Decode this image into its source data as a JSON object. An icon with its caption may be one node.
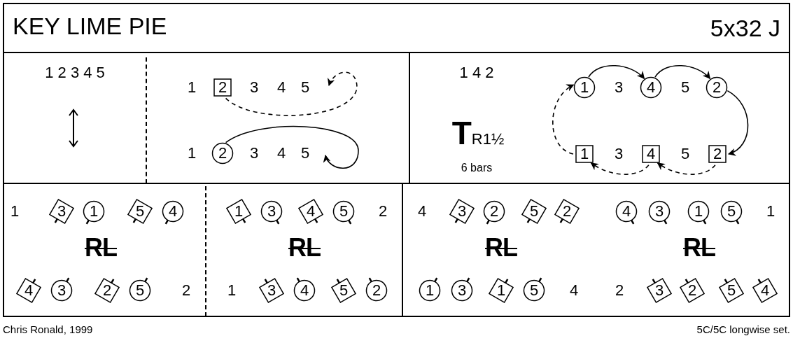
{
  "diagram": {
    "title": "KEY LIME PIE",
    "nodes": [
      {
        "text": [
          "2"
        ]
      },
      {
        "text": [
          "2"
        ]
      },
      {
        "text": [
          "1"
        ]
      },
      {
        "text": [
          "4"
        ]
      },
      {
        "text": [
          "2"
        ]
      },
      {
        "text": [
          "1"
        ]
      },
      {
        "text": [
          "4"
        ]
      },
      {
        "text": [
          "2"
        ]
      },
      {
        "text": [
          "3"
        ]
      },
      {
        "text": [
          "1"
        ]
      },
      {
        "text": [
          "5"
        ]
      },
      {
        "text": [
          "4"
        ]
      },
      {
        "text": [
          "1"
        ]
      },
      {
        "text": [
          "3"
        ]
      },
      {
        "text": [
          "4"
        ]
      },
      {
        "text": [
          "5"
        ]
      },
      {
        "text": [
          "4"
        ]
      },
      {
        "text": [
          "3"
        ]
      },
      {
        "text": [
          "2"
        ]
      },
      {
        "text": [
          "5"
        ]
      },
      {
        "text": [
          "3"
        ]
      },
      {
        "text": [
          "4"
        ]
      },
      {
        "text": [
          "5"
        ]
      },
      {
        "text": [
          "2"
        ]
      },
      {
        "text": [
          "3"
        ]
      },
      {
        "text": [
          "2"
        ]
      },
      {
        "text": [
          "5"
        ]
      },
      {
        "text": [
          "2"
        ]
      },
      {
        "text": [
          "4"
        ]
      },
      {
        "text": [
          "3"
        ]
      },
      {
        "text": [
          "1"
        ]
      },
      {
        "text": [
          "5"
        ]
      },
      {
        "text": [
          "1"
        ]
      },
      {
        "text": [
          "3"
        ]
      },
      {
        "text": [
          "1"
        ]
      },
      {
        "text": [
          "5"
        ]
      },
      {
        "text": [
          "3"
        ]
      },
      {
        "text": [
          "2"
        ]
      },
      {
        "text": [
          "5"
        ]
      },
      {
        "text": [
          "4"
        ]
      }
    ],
    "edges": [
      {
        "from": 0,
        "to": null,
        "arrow": "to",
        "style": "dashed"
      },
      {
        "from": 1,
        "to": null,
        "arrow": "to"
      },
      {
        "from": 2,
        "to": 3,
        "arrow": "to"
      },
      {
        "from": 3,
        "to": 4,
        "arrow": "to"
      },
      {
        "from": 4,
        "to": 7,
        "arrow": "to"
      },
      {
        "from": 7,
        "to": 6,
        "arrow": "to",
        "style": "dashed"
      },
      {
        "from": 6,
        "to": 5,
        "arrow": "to",
        "style": "dashed"
      },
      {
        "from": 5,
        "to": 2,
        "arrow": "to",
        "style": "dashed"
      }
    ],
    "labels": [
      "5x32 J",
      "1 2 3 4 5",
      "1",
      "3",
      "4",
      "5",
      "1",
      "3",
      "4",
      "5",
      "1 4 2",
      "**T**$_{R1½}$",
      "6 bars",
      "3",
      "5",
      "3",
      "5",
      "1",
      "2",
      "4",
      "1",
      "RL",
      "RL",
      "RL",
      "RL",
      "2",
      "1",
      "4",
      "2",
      "Chris Ronald, 1999",
      "5C/5C longwise set."
    ]
  }
}
